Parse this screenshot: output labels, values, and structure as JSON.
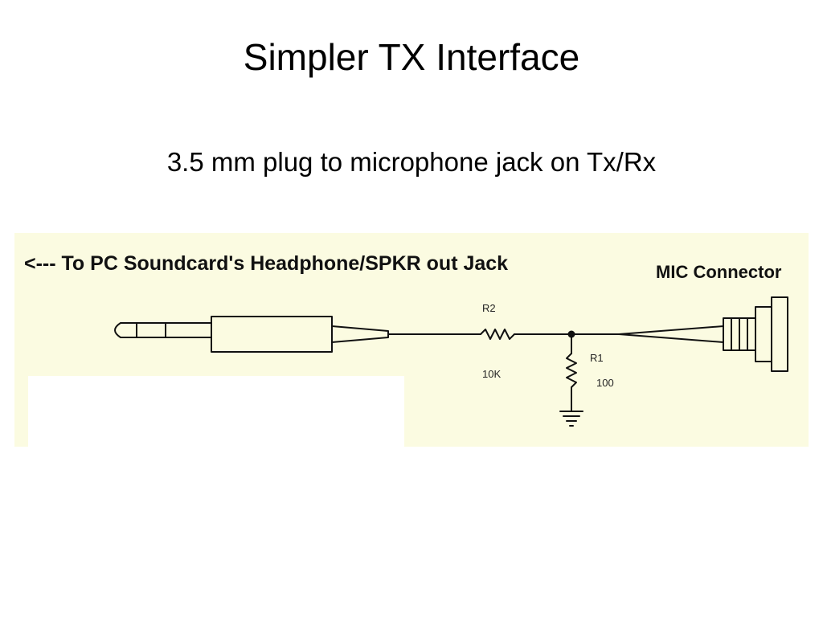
{
  "slide": {
    "title": "Simpler TX Interface",
    "subtitle": "3.5 mm plug to microphone jack on Tx/Rx"
  },
  "diagram": {
    "left_heading": "<--- To PC Soundcard's Headphone/SPKR out Jack",
    "right_heading": "MIC Connector",
    "resistors": [
      {
        "ref": "R2",
        "value": "10K"
      },
      {
        "ref": "R1",
        "value": "100"
      }
    ],
    "colors": {
      "background": "#fbfbe1",
      "line": "#111111",
      "mask": "#ffffff"
    }
  }
}
